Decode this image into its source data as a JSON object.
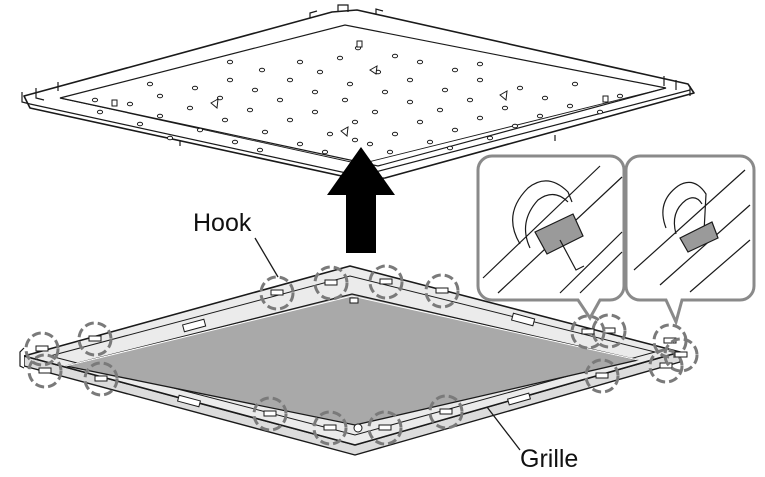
{
  "labels": {
    "hook": "Hook",
    "grille": "Grille"
  },
  "colors": {
    "line": "#1a1a1a",
    "panel_fill": "#ffffff",
    "grille_frame": "#e9e9e9",
    "grille_inner": "#a9a9a9",
    "arrow": "#000000",
    "callout_border": "#8a8a8a",
    "hook_circle": "#7a7a7a"
  },
  "hook_count": 18,
  "icons": [
    "up-arrow-icon",
    "hook-highlight-icon",
    "callout-detail-icon"
  ]
}
